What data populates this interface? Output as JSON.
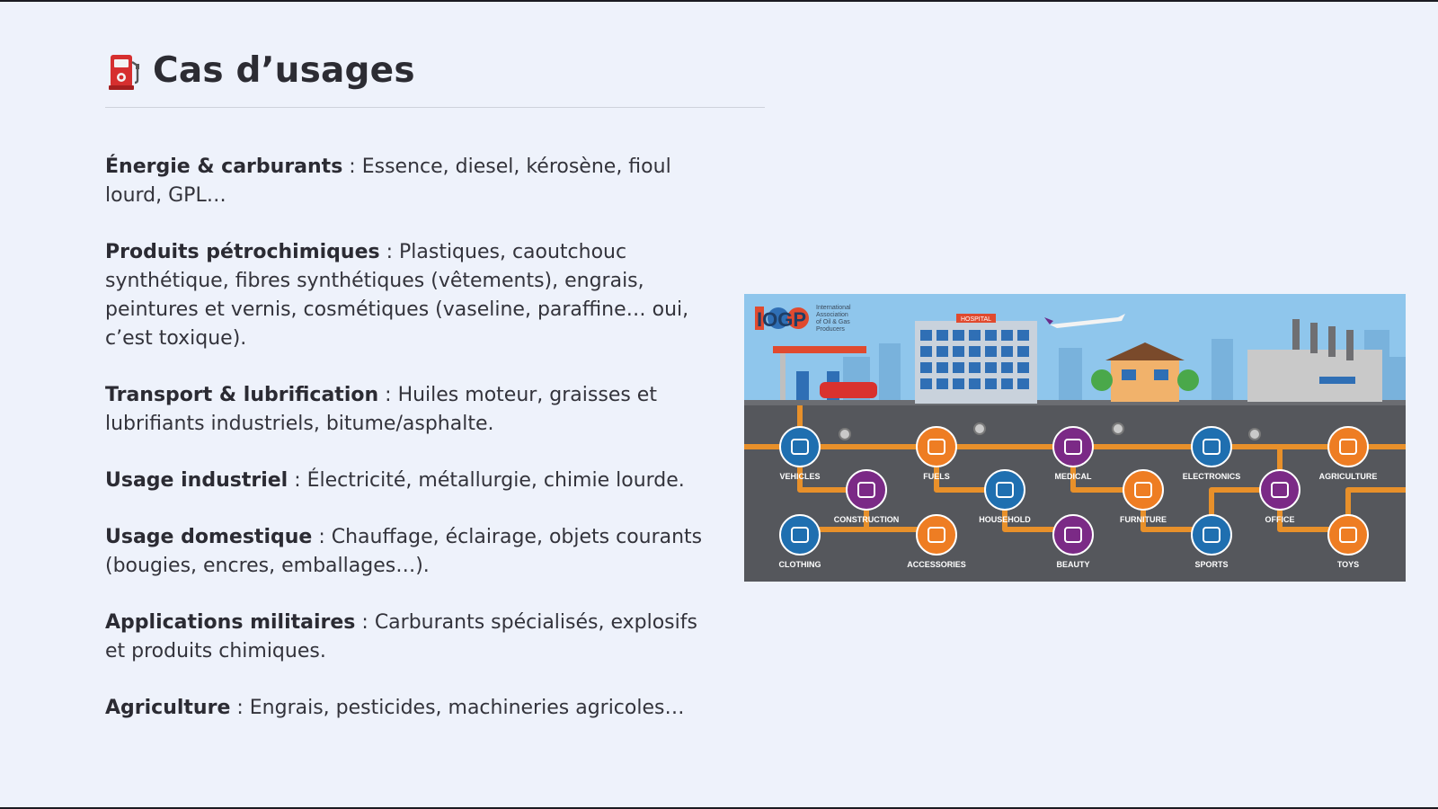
{
  "title": "Cas d’usages",
  "title_icon": "fuel-pump-icon",
  "items": [
    {
      "label": "Énergie & carburants",
      "separator": " : ",
      "text": "Essence, diesel, kérosène, fioul lourd, GPL…"
    },
    {
      "label": "Produits pétrochimiques",
      "separator": " : ",
      "text": "Plastiques, caoutchouc synthétique, fibres synthétiques (vêtements), engrais, peintures et vernis, cosmétiques (vaseline, paraffine… oui, c’est toxique)."
    },
    {
      "label": "Transport & lubrification",
      "separator": " : ",
      "text": "Huiles moteur, graisses et lubrifiants industriels, bitume/asphalte."
    },
    {
      "label": "Usage industriel",
      "separator": " : ",
      "text": "Électricité, métallurgie, chimie lourde."
    },
    {
      "label": "Usage domestique",
      "separator": " : ",
      "text": "Chauffage, éclairage, objets courants (bougies, encres, emballages…)."
    },
    {
      "label": "Applications militaires",
      "separator": " : ",
      "text": "Carburants spécialisés, explosifs et produits chimiques."
    },
    {
      "label": "Agriculture",
      "separator": " : ",
      "text": "Engrais, pesticides, machineries agricoles…"
    }
  ],
  "infographic": {
    "logo": "IOGP",
    "org": [
      "International",
      "Association",
      "of Oil & Gas",
      "Producers"
    ],
    "hospital_sign": "HOSPITAL",
    "icons": [
      {
        "label": "VEHICLES",
        "color": "#1f6fb0",
        "icon": "car-icon"
      },
      {
        "label": "CONSTRUCTION",
        "color": "#7b2a86",
        "icon": "tools-icon"
      },
      {
        "label": "CLOTHING",
        "color": "#1f6fb0",
        "icon": "shirt-icon"
      },
      {
        "label": "FUELS",
        "color": "#ee7d23",
        "icon": "fuel-icon"
      },
      {
        "label": "ACCESSORIES",
        "color": "#ee7d23",
        "icon": "glasses-icon"
      },
      {
        "label": "HOUSEHOLD",
        "color": "#1f6fb0",
        "icon": "utensils-icon"
      },
      {
        "label": "MEDICAL",
        "color": "#7b2a86",
        "icon": "medical-icon"
      },
      {
        "label": "BEAUTY",
        "color": "#7b2a86",
        "icon": "cosmetics-icon"
      },
      {
        "label": "FURNITURE",
        "color": "#ee7d23",
        "icon": "chair-icon"
      },
      {
        "label": "ELECTRONICS",
        "color": "#1f6fb0",
        "icon": "monitor-icon"
      },
      {
        "label": "SPORTS",
        "color": "#1f6fb0",
        "icon": "racket-icon"
      },
      {
        "label": "OFFICE",
        "color": "#7b2a86",
        "icon": "laptop-icon"
      },
      {
        "label": "AGRICULTURE",
        "color": "#ee7d23",
        "icon": "leaf-icon"
      },
      {
        "label": "TOYS",
        "color": "#ee7d23",
        "icon": "ball-icon"
      }
    ]
  }
}
